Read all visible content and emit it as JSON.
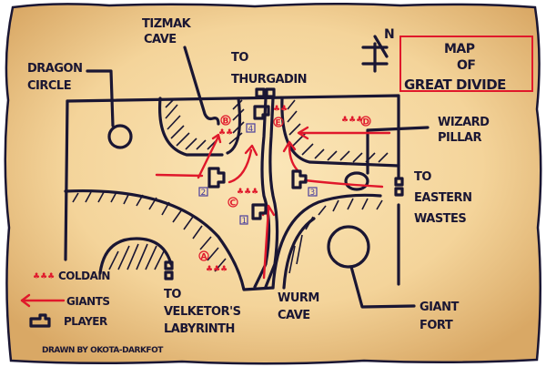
{
  "title": {
    "line1": "MAP",
    "line2": "OF",
    "line3": "GREAT DIVIDE"
  },
  "compass": {
    "label": "N"
  },
  "labels": {
    "tizmak_cave_1": "TIZMAK",
    "tizmak_cave_2": "CAVE",
    "dragon_circle_1": "DRAGON",
    "dragon_circle_2": "CIRCLE",
    "to_thurgadin_1": "TO",
    "to_thurgadin_2": "THURGADIN",
    "wizard_pillar_1": "WIZARD",
    "wizard_pillar_2": "PILLAR",
    "to_eastern_wastes_1": "TO",
    "to_eastern_wastes_2": "EASTERN",
    "to_eastern_wastes_3": "WASTES",
    "to_velketors_1": "TO",
    "to_velketors_2": "VELKETOR'S",
    "to_velketors_3": "LABYRINTH",
    "wurm_cave_1": "WURM",
    "wurm_cave_2": "CAVE",
    "giant_fort_1": "GIANT",
    "giant_fort_2": "FORT"
  },
  "legend": {
    "items": [
      {
        "icon": "coldain-trees-icon",
        "label": "COLDAIN"
      },
      {
        "icon": "red-arrow-icon",
        "label": "GIANTS"
      },
      {
        "icon": "player-icon",
        "label": "PLAYER"
      }
    ]
  },
  "credit": "DRAWN BY OKOTA-DARKFOT",
  "markers": {
    "coldain": [
      "A",
      "B",
      "C",
      "D",
      "E"
    ],
    "player_positions": [
      "1",
      "2",
      "3",
      "4"
    ]
  },
  "colors": {
    "parchment": "#f6d9a0",
    "ink": "#1a1633",
    "giants_red": "#e0182b",
    "player_blue": "#4a3f9c"
  }
}
